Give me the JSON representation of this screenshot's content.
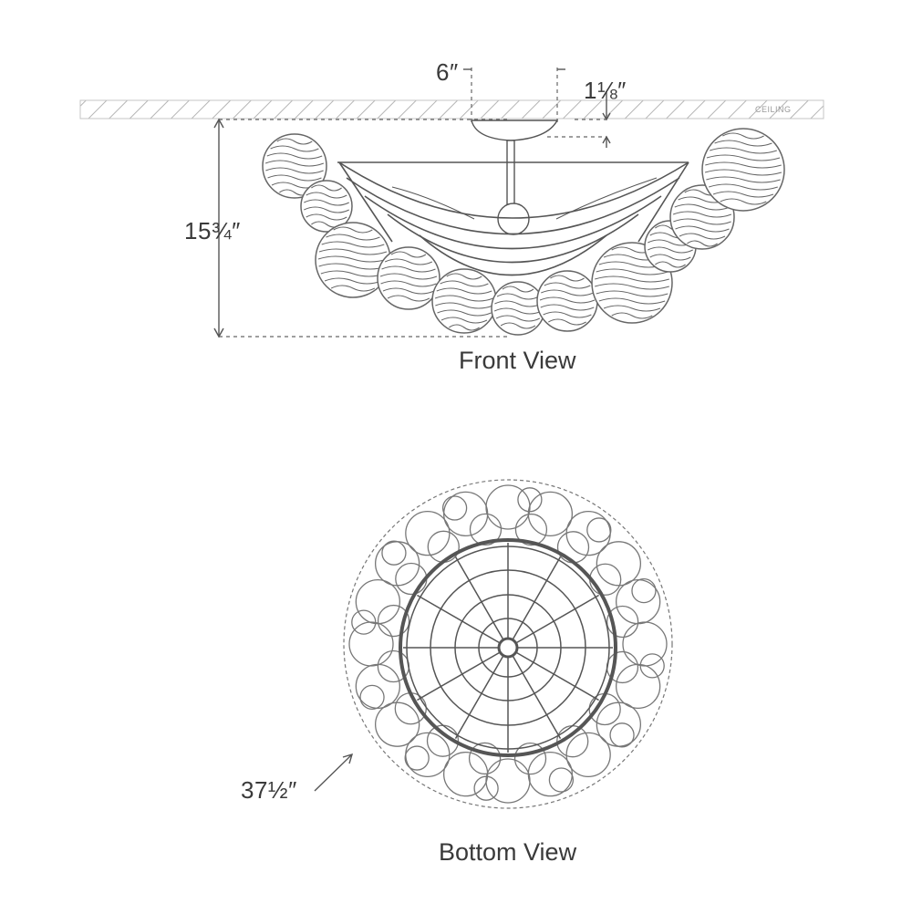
{
  "front_view": {
    "caption": "Front View",
    "dim_canopy_width": "6″",
    "dim_canopy_height": "1⅛″",
    "dim_overall_height": "15¾″",
    "ceiling_label": "CEILING"
  },
  "bottom_view": {
    "caption": "Bottom View",
    "dim_diameter": "37½″"
  }
}
